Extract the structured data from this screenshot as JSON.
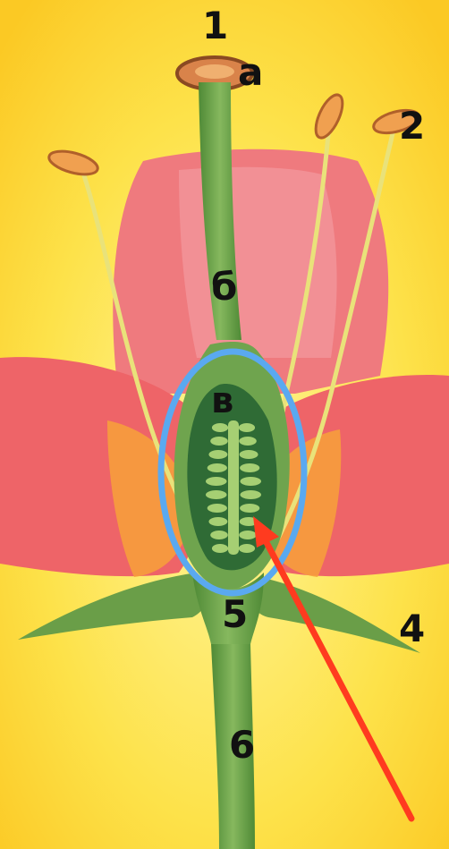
{
  "labels": {
    "n1": "1",
    "a": "а",
    "n2": "2",
    "b": "б",
    "v": "в",
    "n5": "5",
    "n4": "4",
    "n6": "6"
  },
  "colors": {
    "background": "#fdd835",
    "petal": "#ef6f72",
    "petal_light": "#f4a0a0",
    "petal_base": "#f7a13a",
    "stem": "#6a9e48",
    "ovary": "#2f6b35",
    "ovule": "#a6cf73",
    "ovary_outline": "#5aa9f0",
    "arrow": "#ff3b1f"
  }
}
